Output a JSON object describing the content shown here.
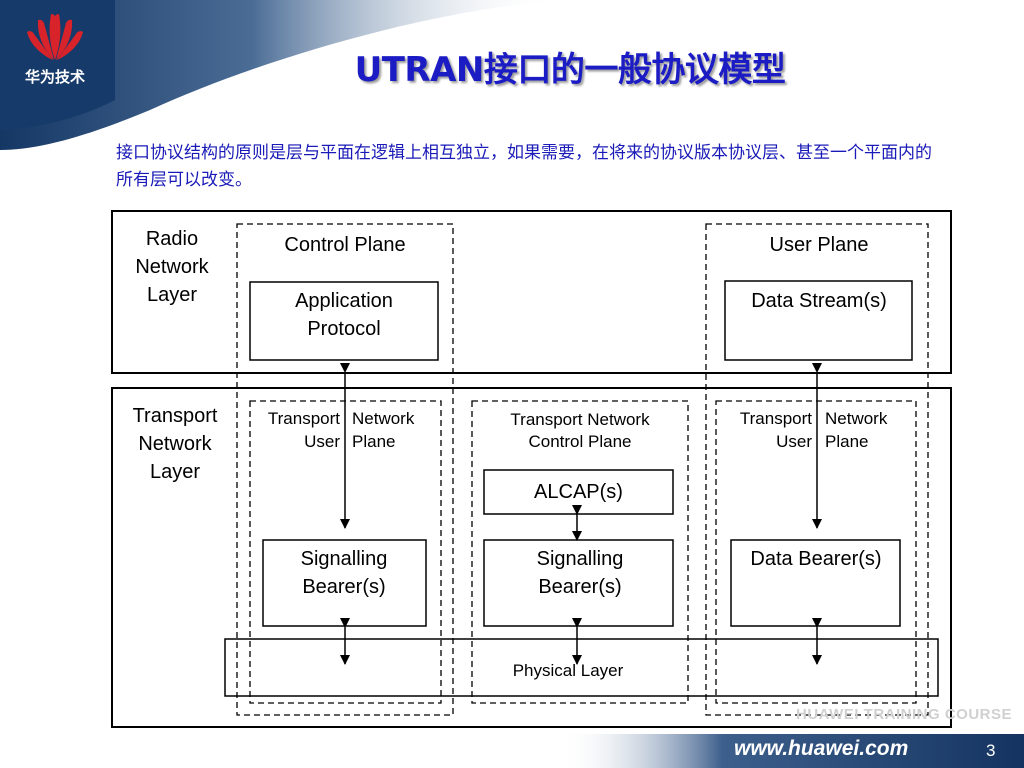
{
  "header": {
    "logo_text": "华为技术",
    "title": "UTRAN接口的一般协议模型",
    "subtitle": "接口协议结构的原则是层与平面在逻辑上相互独立，如果需要，在将来的协议版本协议层、甚至一个平面内的所有层可以改变。"
  },
  "diagram": {
    "radio_layer_label": "Radio Network Layer",
    "transport_layer_label": "Transport Network Layer",
    "control_plane_label": "Control Plane",
    "user_plane_label": "User Plane",
    "application_protocol": "Application Protocol",
    "data_streams": "Data Stream(s)",
    "tnup_left": {
      "transport": "Transport",
      "network": "Network",
      "user": "User",
      "plane": "Plane"
    },
    "tnup_right": {
      "transport": "Transport",
      "network": "Network",
      "user": "User",
      "plane": "Plane"
    },
    "tncp_label": "Transport Network Control Plane",
    "alcap": "ALCAP(s)",
    "signalling_bearer_left": "Signalling Bearer(s)",
    "signalling_bearer_mid": "Signalling Bearer(s)",
    "data_bearer": "Data Bearer(s)",
    "physical_layer": "Physical Layer"
  },
  "footer": {
    "watermark": "HUAWEI TRAINING COURSE",
    "url": "www.huawei.com",
    "page_number": "3"
  },
  "colors": {
    "title": "#1c1cc4",
    "header_band": "#1d3f73",
    "footer_band": "#1d3f73",
    "logo_red": "#d8232a"
  }
}
